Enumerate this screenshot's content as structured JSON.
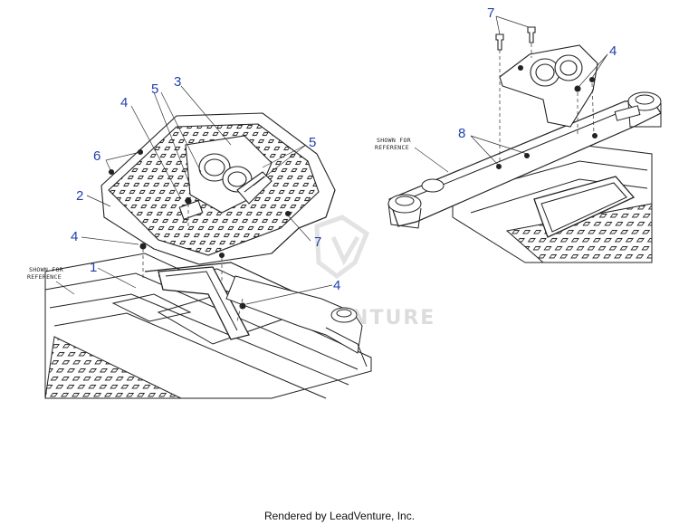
{
  "diagram": {
    "callouts": {
      "left": [
        "1",
        "2",
        "3",
        "4",
        "4",
        "4",
        "5",
        "5",
        "6",
        "7"
      ],
      "right": [
        "4",
        "7",
        "8"
      ]
    },
    "reference_note_line1": "SHOWN FOR",
    "reference_note_line2": "REFERENCE",
    "watermark": "VENTURE"
  },
  "footer": {
    "text": "Rendered by LeadVenture, Inc."
  }
}
